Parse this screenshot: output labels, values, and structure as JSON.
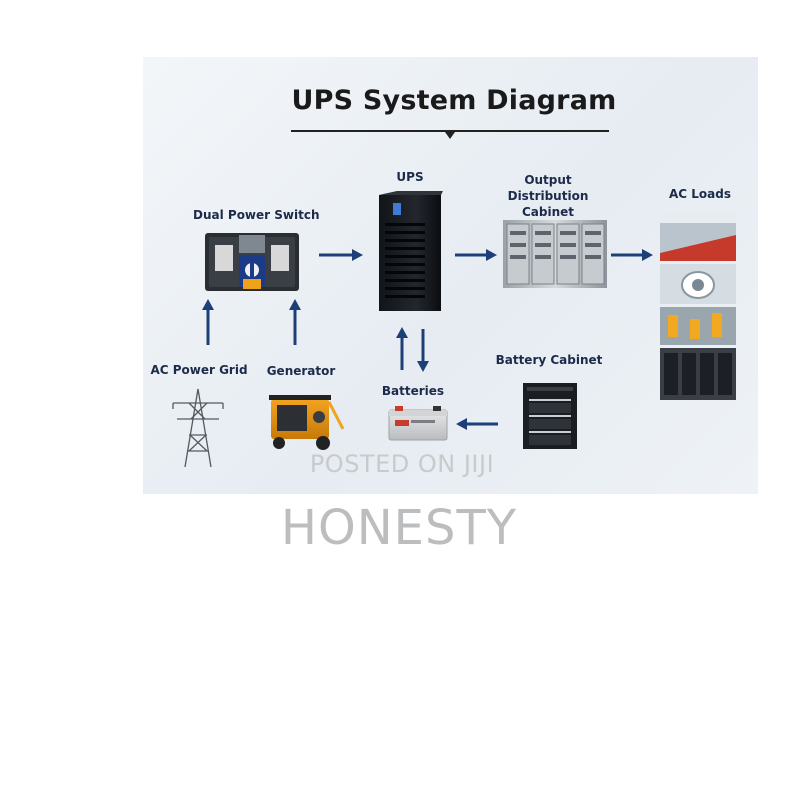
{
  "diagram": {
    "title": "UPS System Diagram",
    "nodes": {
      "dual_power_switch": "Dual Power Switch",
      "ups": "UPS",
      "output_distribution_cabinet": "Output Distribution Cabinet",
      "ac_loads": "AC Loads",
      "ac_power_grid": "AC Power Grid",
      "generator": "Generator",
      "batteries": "Batteries",
      "battery_cabinet": "Battery Cabinet"
    },
    "edges": [
      {
        "from": "ac_power_grid",
        "to": "dual_power_switch"
      },
      {
        "from": "generator",
        "to": "dual_power_switch"
      },
      {
        "from": "dual_power_switch",
        "to": "ups"
      },
      {
        "from": "ups",
        "to": "output_distribution_cabinet"
      },
      {
        "from": "output_distribution_cabinet",
        "to": "ac_loads"
      },
      {
        "from": "ups",
        "to": "batteries"
      },
      {
        "from": "batteries",
        "to": "ups"
      },
      {
        "from": "battery_cabinet",
        "to": "batteries"
      }
    ],
    "colors": {
      "arrow": "#1d3f78",
      "label": "#1c2b4a",
      "title": "#1a1a1a"
    }
  },
  "watermark": {
    "line1": "POSTED ON JIJI",
    "line2": "HONESTY"
  }
}
